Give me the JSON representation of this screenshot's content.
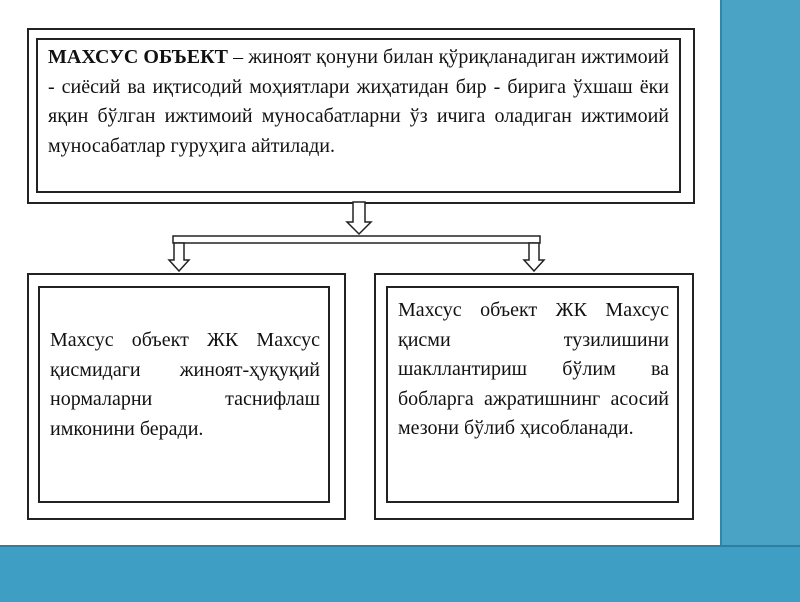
{
  "top_box": {
    "term": "МАХСУС ОБЪЕКТ",
    "definition": " – жиноят қонуни билан қўриқланадиган ижтимоий - сиёсий ва иқтисодий моҳиятлари жиҳатидан бир - бирига ўхшаш ёки яқин бўлган ижтимоий муносабатларни ўз ичига оладиган ижтимоий муносабатлар гуруҳига айтилади."
  },
  "left_box": {
    "text": "Махсус объект ЖК Махсус қисмидаги жиноят-ҳуқуқий нормаларни таснифлаш имконини беради."
  },
  "right_box": {
    "text": "Махсус объект ЖК Махсус қисми тузилишини шакллантириш бўлим ва бобларга ажратишнинг асосий мезони бўлиб ҳисобланади."
  },
  "colors": {
    "accent_teal": "#4aa3c4",
    "border": "#222222"
  }
}
